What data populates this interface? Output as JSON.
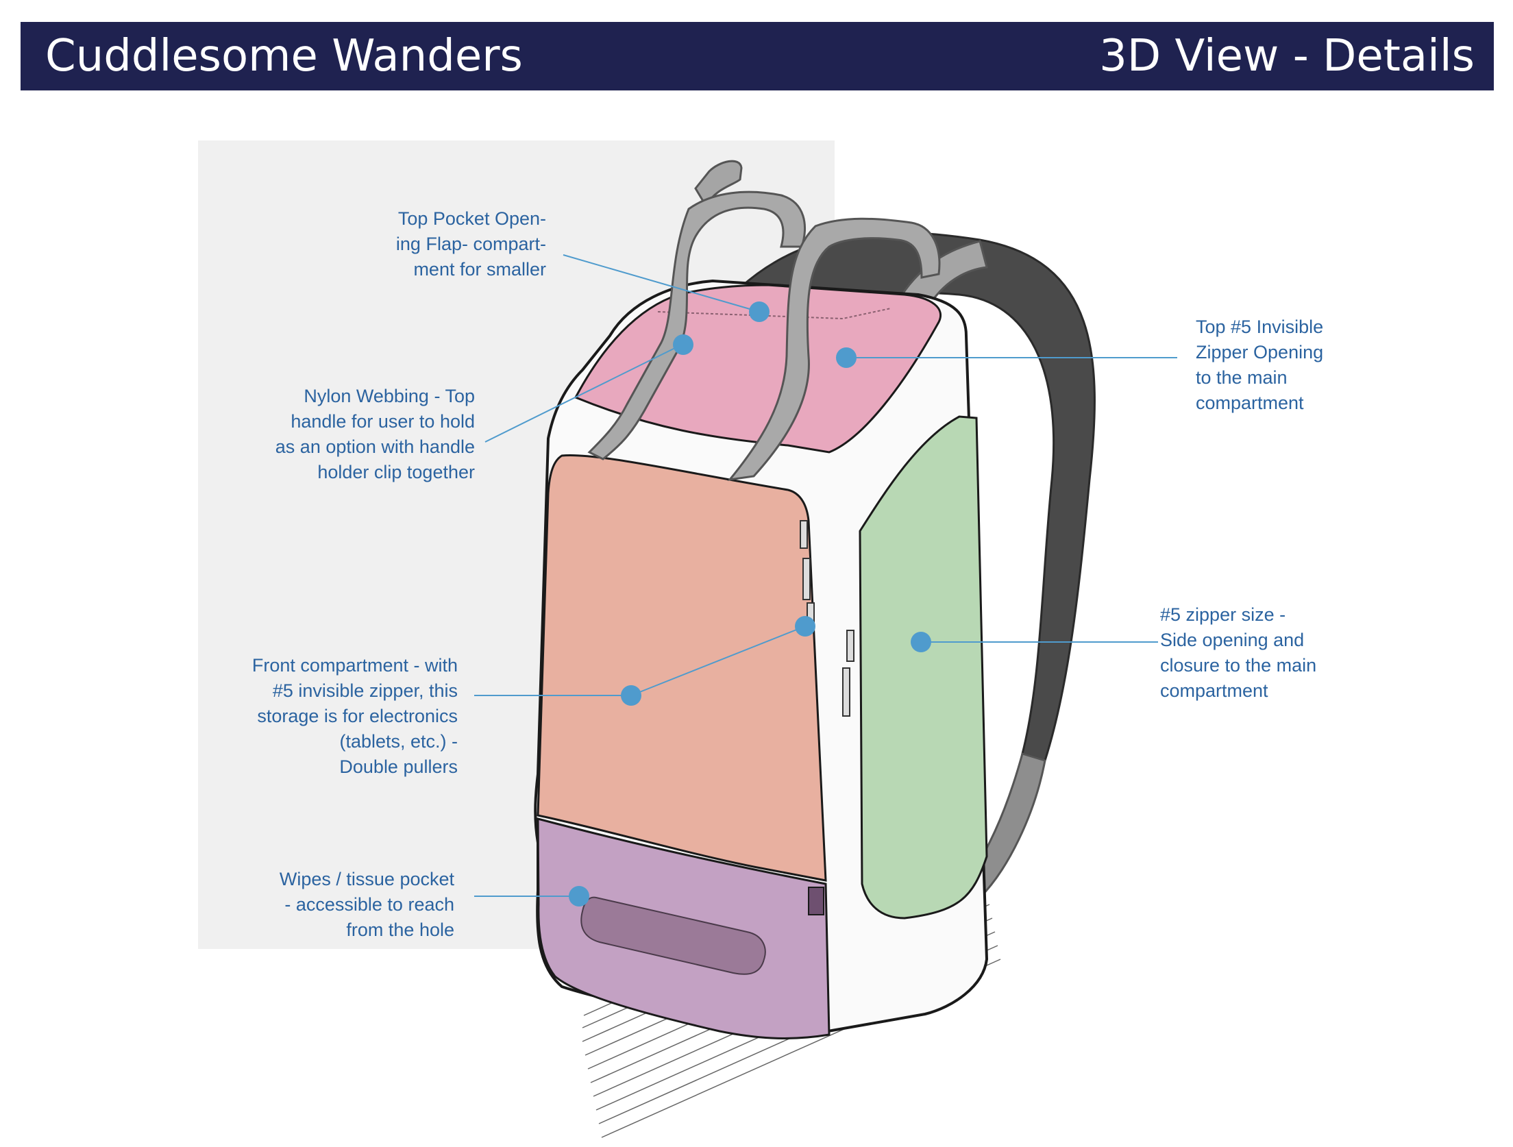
{
  "header": {
    "brand": "Cuddlesome Wanders",
    "view": "3D View - Details",
    "background": "#1f2250"
  },
  "colors": {
    "callout_text": "#2b63a0",
    "callout_dot": "#4f9bcd",
    "top_panel": "#e8a8be",
    "front_panel": "#e8b0a0",
    "side_panel": "#b8d8b4",
    "bottom_pocket": "#c3a1c3",
    "straps": "#4a4a4a",
    "webbing": "#a9a9a9"
  },
  "callouts": {
    "top_pocket": {
      "lines": [
        "Top Pocket Open-",
        "ing Flap- compart-",
        "ment for smaller"
      ]
    },
    "nylon_webbing": {
      "lines": [
        "Nylon Webbing - Top",
        "handle for user to hold",
        "as an option with handle",
        "holder clip together"
      ]
    },
    "front_compartment": {
      "lines": [
        "Front compartment - with",
        "#5 invisible zipper, this",
        "storage is for electronics",
        "(tablets, etc.) -",
        "Double pullers"
      ]
    },
    "wipes_pocket": {
      "lines": [
        "Wipes / tissue pocket",
        "- accessible to reach",
        "from the hole"
      ]
    },
    "top_zipper": {
      "lines": [
        "Top #5 Invisible",
        "Zipper Opening",
        "to the main",
        "compartment"
      ]
    },
    "side_zipper": {
      "lines": [
        "#5 zipper size -",
        "Side opening and",
        "closure to the main",
        "compartment"
      ]
    }
  }
}
